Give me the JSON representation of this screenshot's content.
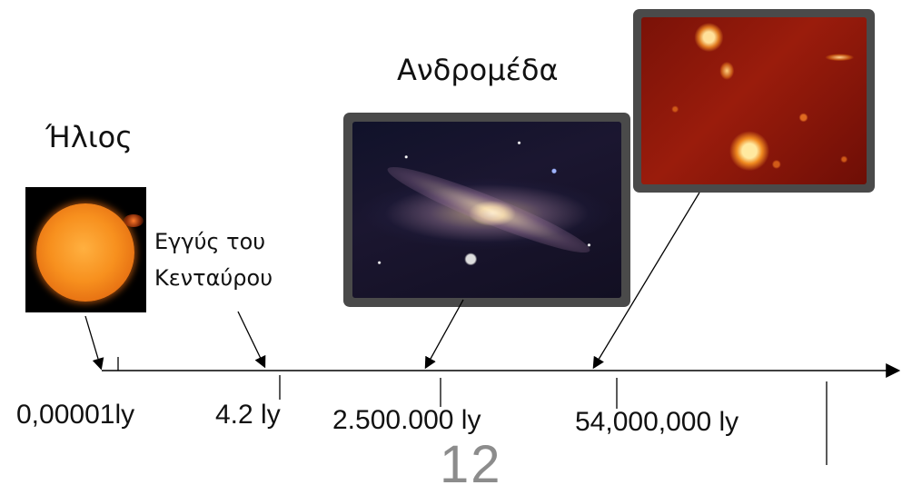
{
  "labels": {
    "sun": "Ήλιος",
    "andromeda": "Ανδρομέδα",
    "centauri_line1": "Εγγύς του",
    "centauri_line2": "Κενταύρου"
  },
  "ticks": {
    "t0": "0,00001ly",
    "t1": "4.2 ly",
    "t2": "2.500.000 ly",
    "t3": "54,000,000 ly"
  },
  "page_number": "12",
  "colors": {
    "axis": "#000000",
    "frame": "#4a4a4a",
    "page_number": "#8c8c8c"
  }
}
